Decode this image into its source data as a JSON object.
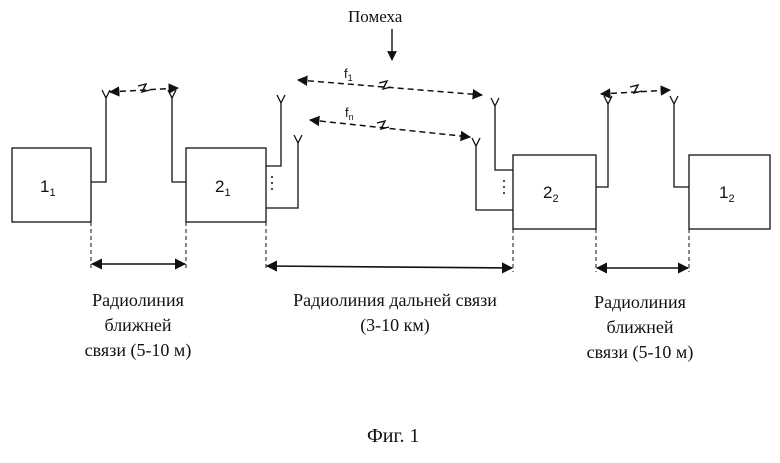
{
  "interference_label": "Помеха",
  "blocks": {
    "b1_1": {
      "main": "1",
      "sub": "1"
    },
    "b2_1": {
      "main": "2",
      "sub": "1"
    },
    "b2_2": {
      "main": "2",
      "sub": "2"
    },
    "b1_2": {
      "main": "1",
      "sub": "2"
    }
  },
  "freqs": {
    "f1": {
      "main": "f",
      "sub": "1"
    },
    "fn": {
      "main": "f",
      "sub": "n"
    }
  },
  "captions": {
    "left": {
      "line1": "Радиолиния",
      "line2": "ближней",
      "line3": "связи (5-10 м)"
    },
    "middle": {
      "line1": "Радиолиния дальней связи",
      "line2": "(3-10 км)"
    },
    "right": {
      "line1": "Радиолиния",
      "line2": "ближней",
      "line3": "связи (5-10 м)"
    }
  },
  "figure_label": "Фиг. 1"
}
